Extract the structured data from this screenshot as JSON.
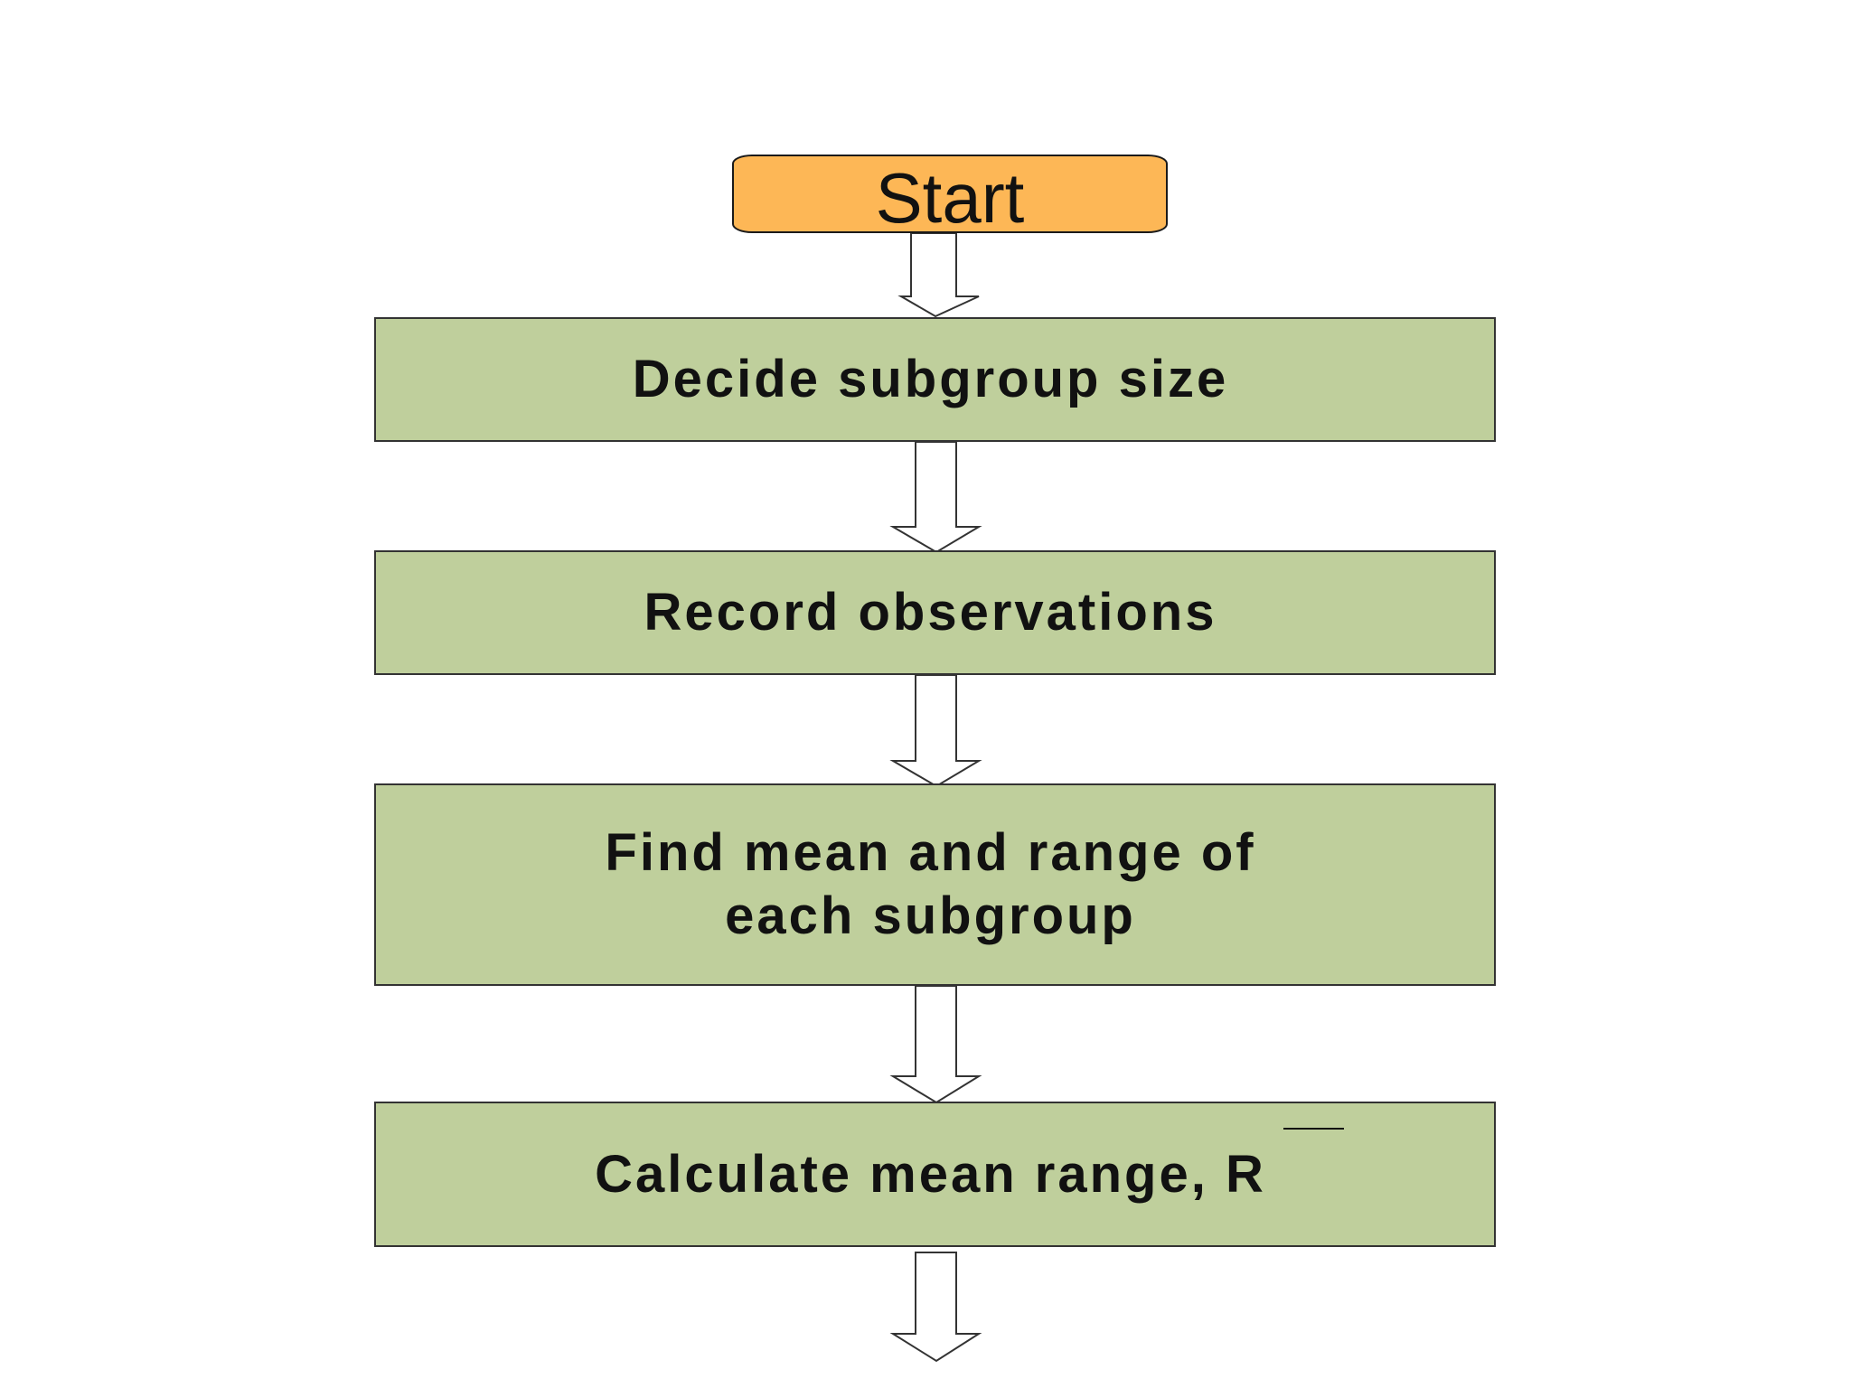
{
  "flowchart": {
    "start": {
      "label": "Start"
    },
    "steps": [
      {
        "lines": [
          "Decide subgroup size"
        ]
      },
      {
        "lines": [
          "Record observations"
        ]
      },
      {
        "lines": [
          "Find mean and range of",
          "each subgroup"
        ]
      },
      {
        "lines": [
          "Calculate mean range, R"
        ]
      }
    ]
  },
  "colors": {
    "start_fill": "#fdb756",
    "step_fill": "#bfcf9c",
    "border": "#333333",
    "arrow_fill": "#ffffff"
  }
}
